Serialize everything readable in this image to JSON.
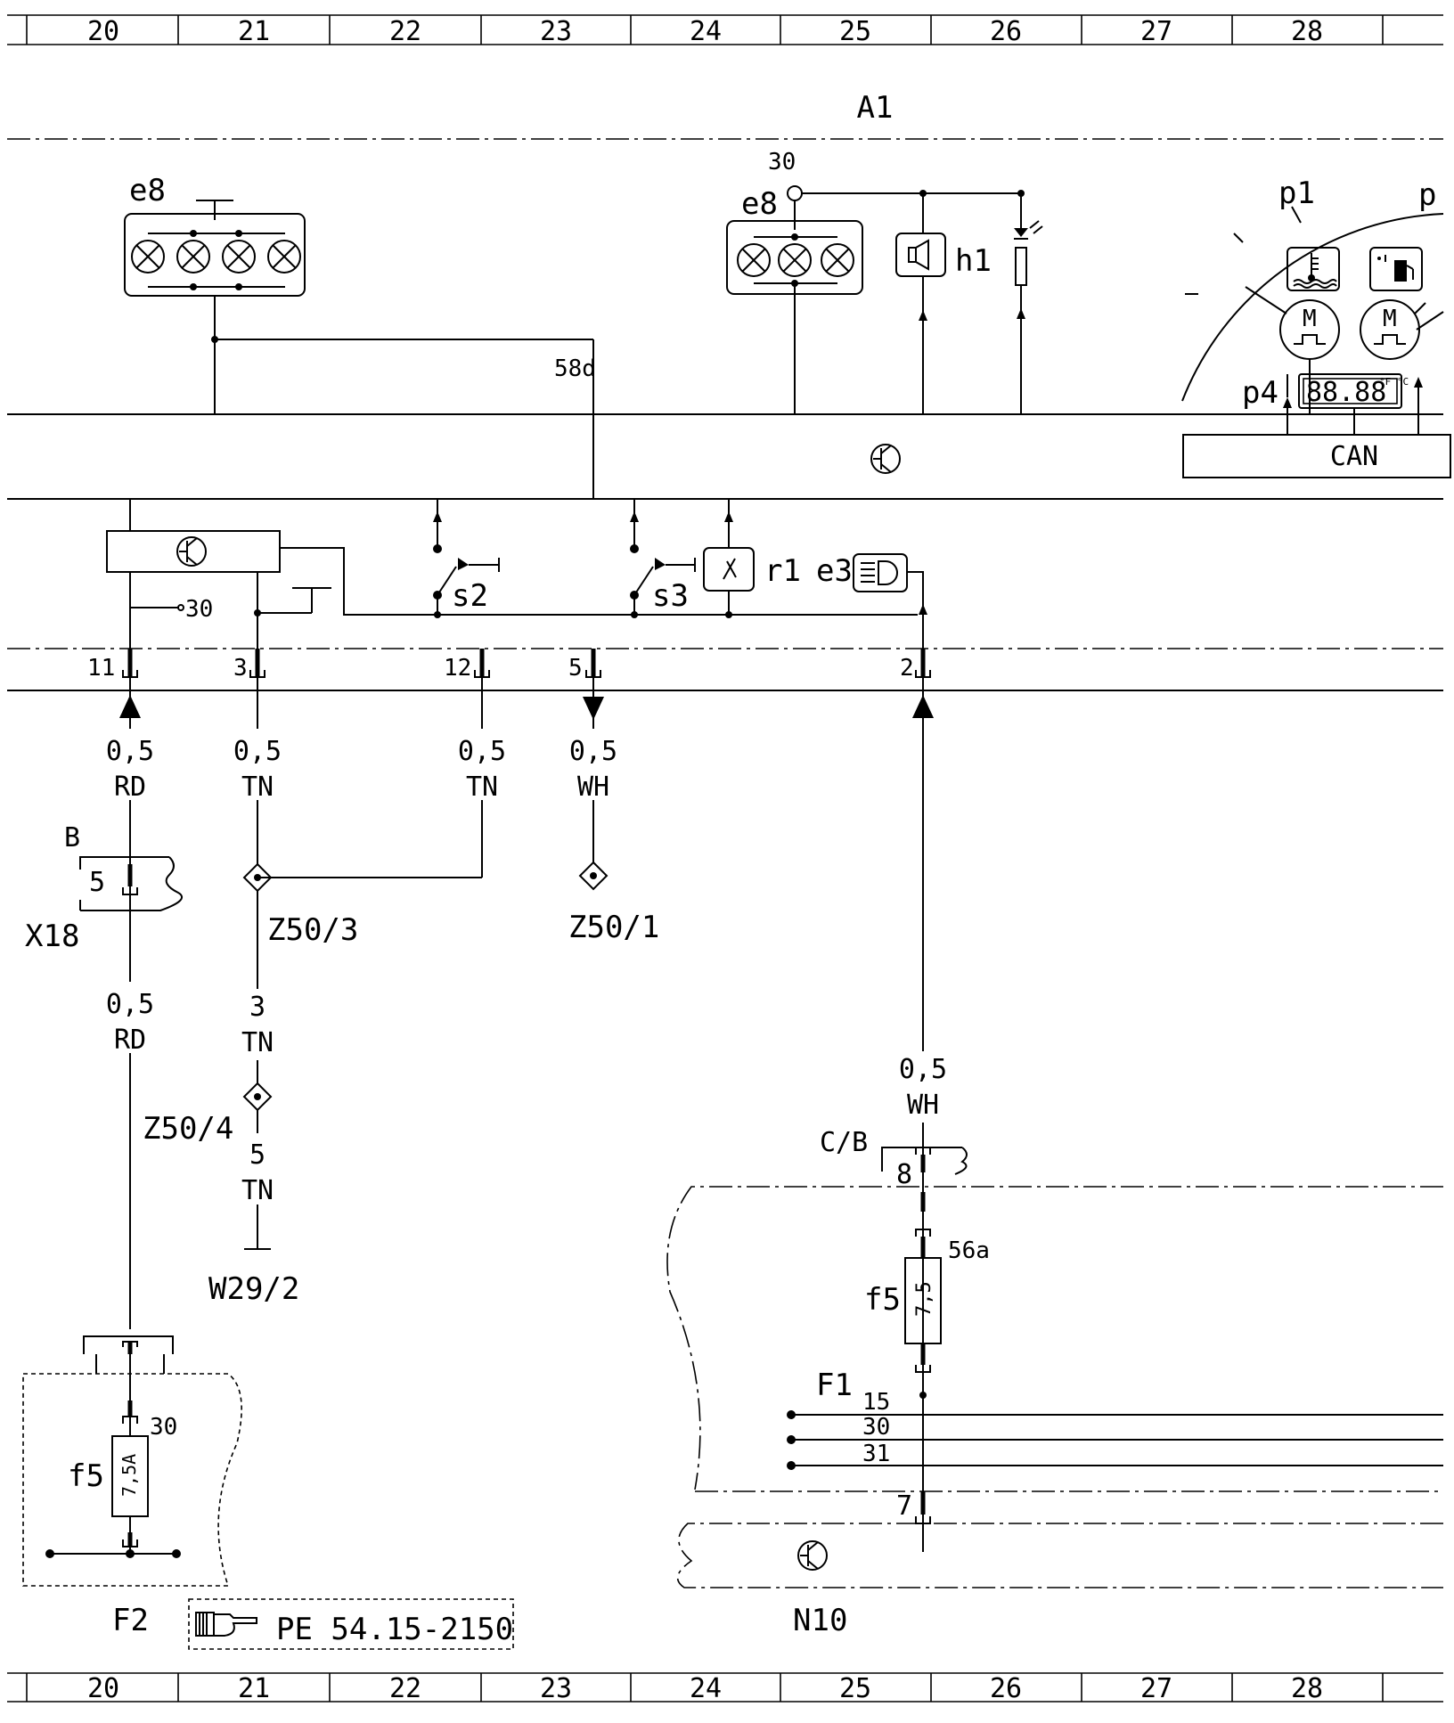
{
  "ruler": {
    "cells": [
      "20",
      "21",
      "22",
      "23",
      "24",
      "25",
      "26",
      "27",
      "28"
    ]
  },
  "module_label": "A1",
  "components": {
    "e8_left": "e8",
    "e8_right": "e8",
    "e8_right_pin": "30",
    "h1": "h1",
    "p1": "p1",
    "p_partial": "p",
    "p4": "p4",
    "lcd": "88.88",
    "lcd_units": "°F °C",
    "can": "CAN",
    "s2": "s2",
    "s3": "s3",
    "r1": "r1",
    "e3": "e3",
    "pin30_small": "30",
    "wire_58d": "58d"
  },
  "pins": {
    "p11": "11",
    "p3": "3",
    "p12": "12",
    "p5": "5",
    "p2": "2"
  },
  "wires": [
    {
      "id": "w11",
      "size": "0,5",
      "color": "RD"
    },
    {
      "id": "w3",
      "size": "0,5",
      "color": "TN"
    },
    {
      "id": "w12",
      "size": "0,5",
      "color": "TN"
    },
    {
      "id": "w5",
      "size": "0,5",
      "color": "WH"
    },
    {
      "id": "w_rd_lower",
      "size": "0,5",
      "color": "RD"
    },
    {
      "id": "w_tn_3",
      "size": "3",
      "color": "TN"
    },
    {
      "id": "w_tn_5",
      "size": "5",
      "color": "TN"
    },
    {
      "id": "w_wh_right",
      "size": "0,5",
      "color": "WH"
    }
  ],
  "connectors": {
    "x18_letter": "B",
    "x18_pin": "5",
    "x18_name": "X18",
    "z503": "Z50/3",
    "z501": "Z50/1",
    "z504": "Z50/4",
    "w292": "W29/2",
    "cb": "C/B",
    "cb_pin": "8",
    "n10_pin": "7"
  },
  "fuses": {
    "left_name": "f5",
    "left_value": "7,5A",
    "left_terminal": "30",
    "right_name": "f5",
    "right_value": "7,5",
    "right_terminal": "56a",
    "f1": "F1",
    "bus_15": "15",
    "bus_30": "30",
    "bus_31": "31"
  },
  "modules": {
    "f2": "F2",
    "n10": "N10"
  },
  "reference": "PE 54.15-2150"
}
